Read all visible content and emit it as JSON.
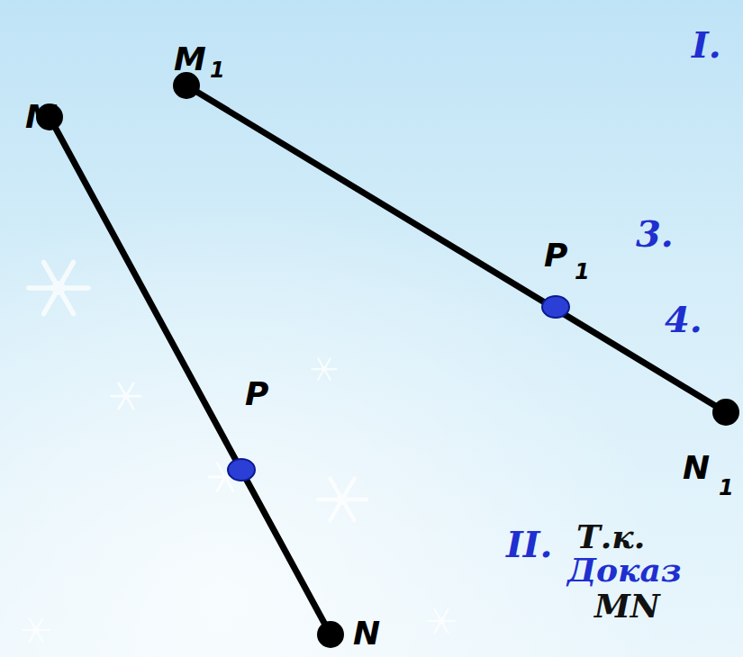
{
  "diagram": {
    "labels": [
      "M",
      "M",
      "1",
      "P",
      "P",
      "1",
      "N",
      "N",
      "1",
      "I.",
      "3.",
      "4.",
      "II.",
      "Т.к.",
      "Доказ",
      "MN"
    ]
  }
}
